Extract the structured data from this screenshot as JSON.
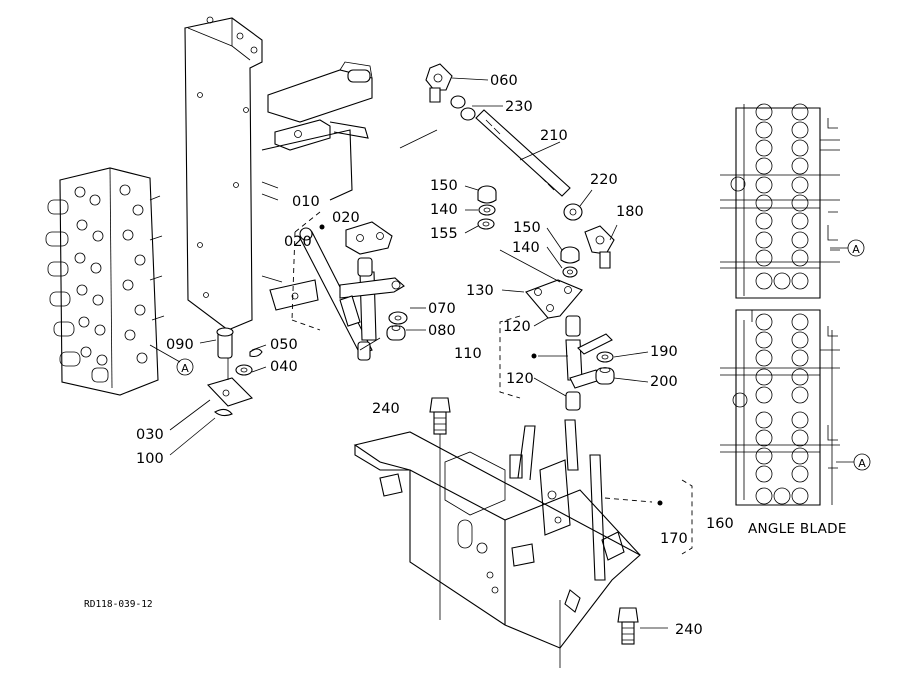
{
  "document_code": "RD118-039-12",
  "caption": "ANGLE BLADE",
  "reference_mark": "A",
  "callouts": {
    "p060": "060",
    "p230": "230",
    "p210": "210",
    "p220": "220",
    "p180": "180",
    "p150a": "150",
    "p140a": "140",
    "p155": "155",
    "p150b": "150",
    "p140b": "140",
    "p130": "130",
    "p120a": "120",
    "p110": "110",
    "p120b": "120",
    "p190": "190",
    "p200": "200",
    "p010": "010",
    "p020a": "020",
    "p020b": "020",
    "p070": "070",
    "p080": "080",
    "p090": "090",
    "p050": "050",
    "p040": "040",
    "p030": "030",
    "p100": "100",
    "p240a": "240",
    "p240b": "240",
    "p170": "170",
    "p160": "160"
  }
}
